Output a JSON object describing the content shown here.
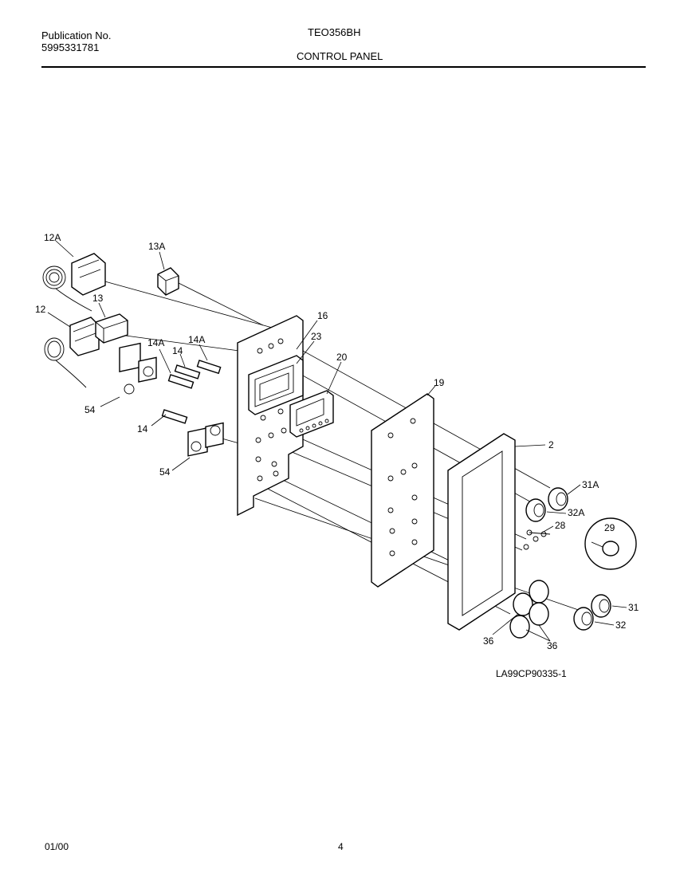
{
  "header": {
    "publication_label": "Publication No.",
    "publication_number": "5995331781",
    "model": "TEO356BH",
    "section": "CONTROL PANEL"
  },
  "footer": {
    "date": "01/00",
    "page": "4"
  },
  "diagram": {
    "drawing_id": "LA99CP90335-1",
    "callouts": [
      "12A",
      "13A",
      "13",
      "12",
      "14A",
      "14",
      "14A",
      "16",
      "23",
      "20",
      "19",
      "2",
      "54",
      "14",
      "54",
      "31A",
      "32A",
      "28",
      "29",
      "31",
      "32",
      "36",
      "36"
    ]
  }
}
